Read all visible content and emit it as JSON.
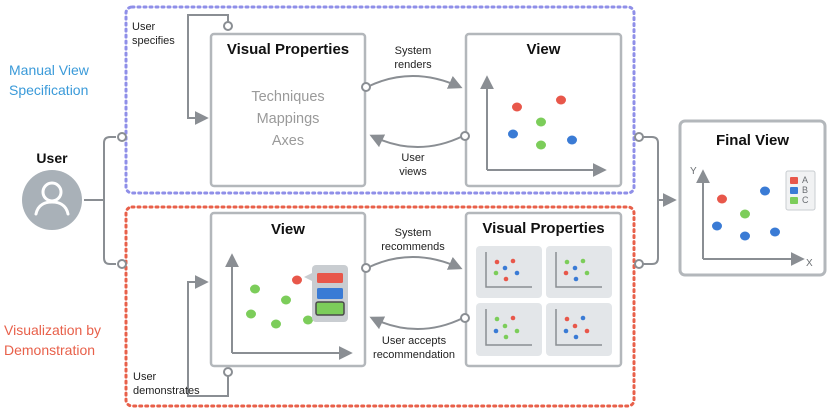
{
  "colors": {
    "manual_border": "#8f8fe8",
    "demo_border": "#e8604a",
    "manual_label": "#3a9ad9",
    "demo_label": "#e8604a",
    "line": "#8a8e93",
    "box_border": "#b3b7bb",
    "user_icon": "#a9b1b8",
    "point_red": "#e8574a",
    "point_green": "#7ccd5a",
    "point_blue": "#3a7bd5"
  },
  "user": {
    "label": "User"
  },
  "sections": {
    "manual": {
      "label_line1": "Manual View",
      "label_line2": "Specification"
    },
    "demo": {
      "label_line1": "Visualization by",
      "label_line2": "Demonstration"
    }
  },
  "manual": {
    "user_specifies": [
      "User",
      "specifies"
    ],
    "visual_properties": {
      "title": "Visual Properties",
      "items": [
        "Techniques",
        "Mappings",
        "Axes"
      ]
    },
    "system_renders": [
      "System",
      "renders"
    ],
    "user_views": [
      "User",
      "views"
    ],
    "view": {
      "title": "View"
    }
  },
  "demo": {
    "user_demonstrates": [
      "User",
      "demonstrates"
    ],
    "view": {
      "title": "View"
    },
    "system_recommends": [
      "System",
      "recommends"
    ],
    "user_accepts": [
      "User accepts",
      "recommendation"
    ],
    "visual_properties": {
      "title": "Visual Properties"
    }
  },
  "final_view": {
    "title": "Final View",
    "y_label": "Y",
    "x_label": "X",
    "legend": [
      "A",
      "B",
      "C"
    ]
  }
}
